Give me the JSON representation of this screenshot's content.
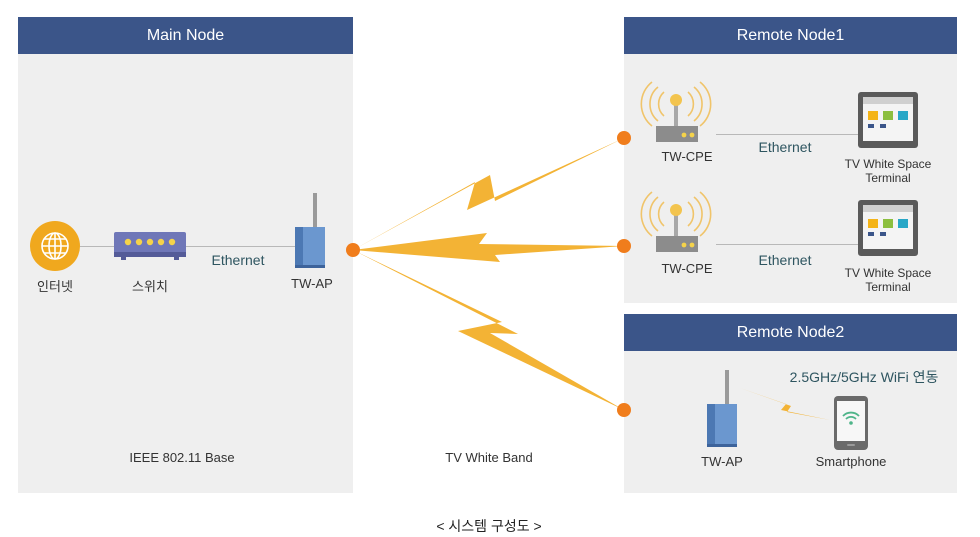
{
  "main_node": {
    "title": "Main Node",
    "internet_label": "인터넷",
    "switch_label": "스위치",
    "ethernet_label": "Ethernet",
    "ap_label": "TW-AP",
    "base_label": "IEEE 802.11 Base"
  },
  "link_label": "TV White Band",
  "remote_node1": {
    "title": "Remote Node1",
    "rows": [
      {
        "cpe_label": "TW-CPE",
        "ethernet_label": "Ethernet",
        "terminal_line1": "TV White Space",
        "terminal_line2": "Terminal"
      },
      {
        "cpe_label": "TW-CPE",
        "ethernet_label": "Ethernet",
        "terminal_line1": "TV White Space",
        "terminal_line2": "Terminal"
      }
    ]
  },
  "remote_node2": {
    "title": "Remote Node2",
    "wifi_label": "2.5GHz/5GHz WiFi 연동",
    "ap_label": "TW-AP",
    "phone_label": "Smartphone"
  },
  "caption": "< 시스템 구성도 >",
  "colors": {
    "header": "#3b5589",
    "panel": "#efefef",
    "accent_orange": "#f07d1c",
    "bolt_yellow": "#f3b335",
    "globe": "#f0a81e"
  }
}
